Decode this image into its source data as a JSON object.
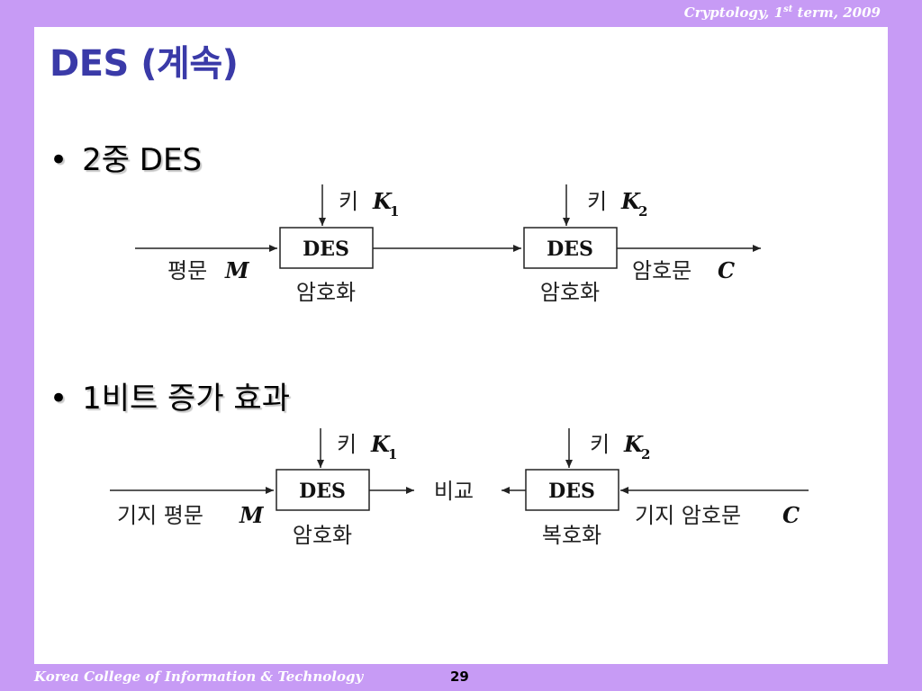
{
  "header": {
    "course": "Cryptology, 1",
    "course_sup": "st",
    "course_tail": " term, 2009"
  },
  "slide": {
    "title": "DES (계속)"
  },
  "bullets": [
    {
      "dot": "•",
      "text": "2중 DES"
    },
    {
      "dot": "•",
      "text": "1비트 증가 효과"
    }
  ],
  "diagram1": {
    "key1_label": "키",
    "key1_var": "K",
    "key1_sub": "1",
    "key2_label": "키",
    "key2_var": "K",
    "key2_sub": "2",
    "box1": "DES",
    "box2": "DES",
    "input_label": "평문",
    "input_var": "M",
    "output_label": "암호문",
    "output_var": "C",
    "box1_caption": "암호화",
    "box2_caption": "암호화"
  },
  "diagram2": {
    "key1_label": "키",
    "key1_var": "K",
    "key1_sub": "1",
    "key2_label": "키",
    "key2_var": "K",
    "key2_sub": "2",
    "box1": "DES",
    "box2": "DES",
    "input_label": "기지 평문",
    "input_var": "M",
    "compare_label": "비교",
    "output_label": "기지 암호문",
    "output_var": "C",
    "box1_caption": "암호화",
    "box2_caption": "복호화"
  },
  "footer": {
    "institution": "Korea College of Information & Technology",
    "page_number": "29"
  }
}
